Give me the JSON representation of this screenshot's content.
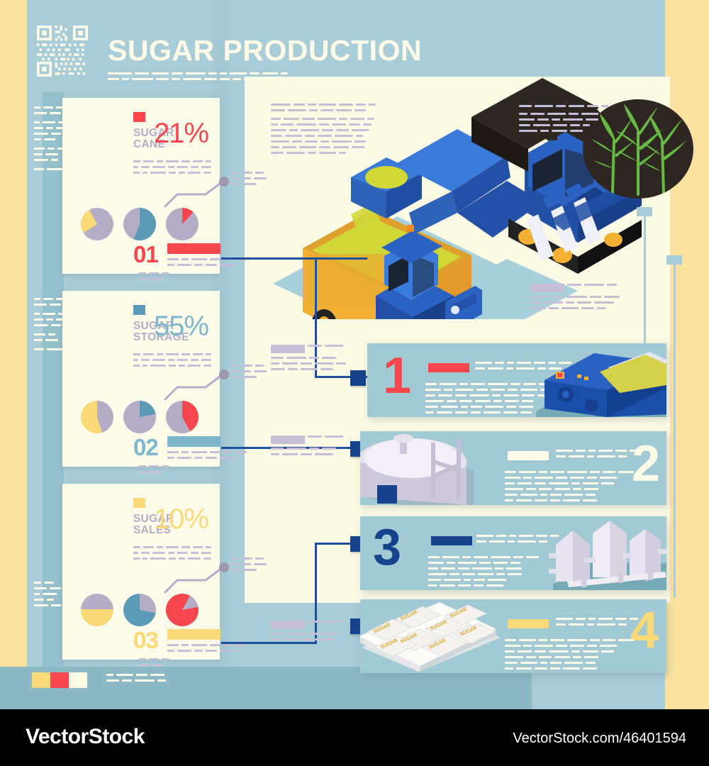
{
  "header": {
    "title": "SUGAR PRODUCTION",
    "qr_icon": "qr-code-icon"
  },
  "colors": {
    "background_teal": "#a8cdd7",
    "cream": "#fbfae4",
    "accent_red": "#f7474e",
    "accent_blue": "#5b9bb5",
    "accent_yellow": "#f9d978",
    "deep_blue": "#16438c",
    "lilac": "#b3aec6"
  },
  "cards": [
    {
      "title_line1": "SUGAR",
      "title_line2": "CANE",
      "percent": "21%",
      "number": "01",
      "color": "#f7474e",
      "square_icon": "color-swatch-icon",
      "pies": [
        {
          "base": "#b3aec6",
          "slice": "#f9d978",
          "slice_pct": 26
        },
        {
          "base": "#b3aec6",
          "slice": "#5b9bb5",
          "slice_pct": 56
        },
        {
          "base": "#b3aec6",
          "slice": "#f7474e",
          "slice_pct": 12
        }
      ]
    },
    {
      "title_line1": "SUGAR",
      "title_line2": "STORAGE",
      "percent": "55%",
      "number": "02",
      "color": "#5b9bb5",
      "square_icon": "color-swatch-icon",
      "pies": [
        {
          "base": "#b3aec6",
          "slice": "#f9d978",
          "slice_pct": 55
        },
        {
          "base": "#b3aec6",
          "slice": "#5b9bb5",
          "slice_pct": 22
        },
        {
          "base": "#b3aec6",
          "slice": "#f7474e",
          "slice_pct": 42
        }
      ]
    },
    {
      "title_line1": "SUGAR",
      "title_line2": "SALES",
      "percent": "10%",
      "number": "03",
      "color": "#f9d978",
      "square_icon": "color-swatch-icon",
      "pies": [
        {
          "base": "#b3aec6",
          "slice": "#f9d978",
          "slice_pct": 48
        },
        {
          "base": "#b3aec6",
          "slice": "#5b9bb5",
          "slice_pct": 72
        },
        {
          "base": "#b3aec6",
          "slice": "#f7474e",
          "slice_pct": 86
        }
      ]
    }
  ],
  "steps": [
    {
      "number": "1",
      "color": "#f7474e",
      "image": "sugarcane-crusher-machine",
      "number_side": "left"
    },
    {
      "number": "2",
      "color": "#fdfbe8",
      "image": "clarifier-storage-tank",
      "number_side": "right"
    },
    {
      "number": "3",
      "color": "#16438c",
      "image": "refinery-vessels",
      "number_side": "left"
    },
    {
      "number": "4",
      "color": "#f9d978",
      "image": "sugar-packets-stack",
      "number_side": "right"
    }
  ],
  "illustration": {
    "harvester": "sugarcane-harvester",
    "tractor": "tractor",
    "trailer": "cane-trailer",
    "cane_circle": "sugarcane-plants"
  },
  "packet_label": "SUGAR",
  "palette_swatch": [
    "#f9d978",
    "#f7474e",
    "#fbfae4"
  ],
  "watermark": {
    "brand": "VectorStock",
    "url": "VectorStock.com/46401594"
  }
}
